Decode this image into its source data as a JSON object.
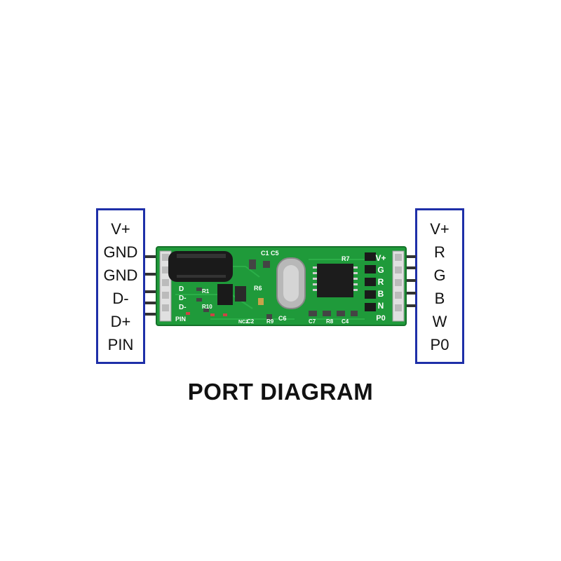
{
  "left_pins": [
    "V+",
    "GND",
    "GND",
    "D-",
    "D+",
    "PIN"
  ],
  "right_pins": [
    "V+",
    "R",
    "G",
    "B",
    "W",
    "P0"
  ],
  "board_labels": {
    "right_header": [
      "V+",
      "G",
      "R",
      "B",
      "N",
      "P0"
    ],
    "left_header": [
      "D",
      "D-",
      "D-",
      "PIN"
    ],
    "components": [
      "C1",
      "C5",
      "R7",
      "R6",
      "C6",
      "R1",
      "R10",
      "C2",
      "C7",
      "R8",
      "C4",
      "R9",
      "NC2"
    ]
  },
  "caption": "PORT DIAGRAM",
  "colors": {
    "pcb": "#1f9a3a",
    "box_border": "#1e2fa8"
  }
}
